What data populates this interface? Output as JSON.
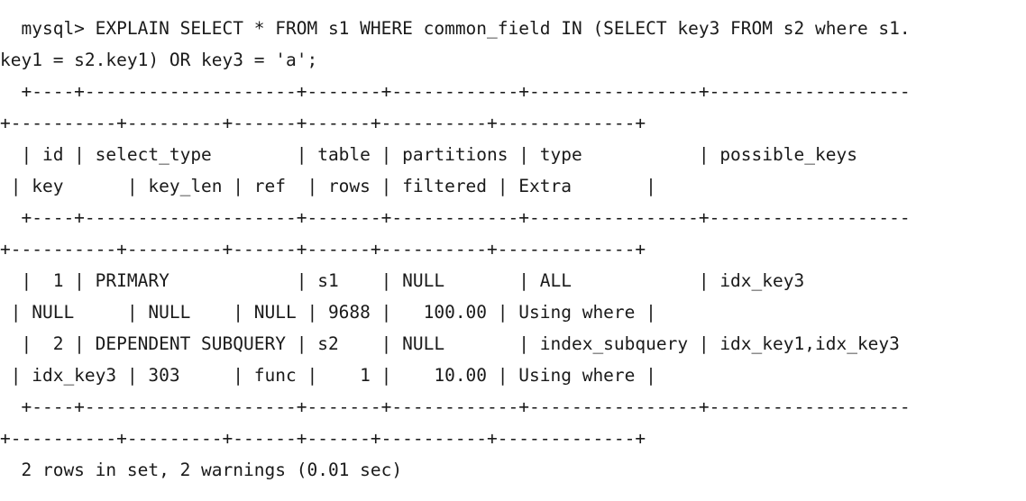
{
  "terminal": {
    "lines": [
      "  mysql> EXPLAIN SELECT * FROM s1 WHERE common_field IN (SELECT key3 FROM s2 where s1.",
      "key1 = s2.key1) OR key3 = 'a';",
      "  +----+--------------------+-------+------------+----------------+-------------------",
      "+----------+---------+------+------+----------+-------------+",
      "  | id | select_type        | table | partitions | type           | possible_keys",
      " | key      | key_len | ref  | rows | filtered | Extra       |",
      "  +----+--------------------+-------+------------+----------------+-------------------",
      "+----------+---------+------+------+----------+-------------+",
      "  |  1 | PRIMARY            | s1    | NULL       | ALL            | idx_key3",
      " | NULL     | NULL    | NULL | 9688 |   100.00 | Using where |",
      "  |  2 | DEPENDENT SUBQUERY | s2    | NULL       | index_subquery | idx_key1,idx_key3",
      " | idx_key3 | 303     | func |    1 |    10.00 | Using where |",
      "  +----+--------------------+-------+------------+----------------+-------------------",
      "+----------+---------+------+------+----------+-------------+",
      "  2 rows in set, 2 warnings (0.01 sec)"
    ]
  }
}
